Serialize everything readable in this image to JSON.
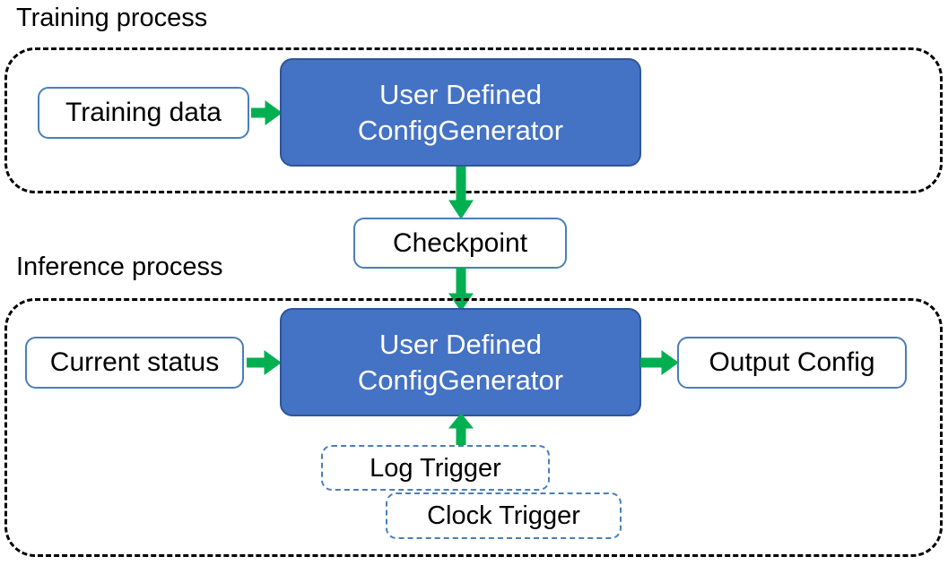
{
  "diagram": {
    "title_training": "Training process",
    "title_inference": "Inference process",
    "colors": {
      "process_blue_fill": "#4472C4",
      "process_blue_stroke": "#2F5597",
      "node_outline_blue": "#4A7EBB",
      "arrow_green": "#00B050",
      "container_dash_black": "#000000",
      "background": "#FFFFFF"
    },
    "training": {
      "label": "Training process",
      "input_node": "Training data",
      "process_node_line1": "User Defined",
      "process_node_line2": "ConfigGenerator"
    },
    "bridge": {
      "checkpoint_node": "Checkpoint"
    },
    "inference": {
      "label": "Inference process",
      "input_node": "Current status",
      "process_node_line1": "User Defined",
      "process_node_line2": "ConfigGenerator",
      "output_node": "Output Config",
      "triggers": [
        "Log Trigger",
        "Clock Trigger"
      ]
    },
    "arrows": [
      {
        "name": "training-data-to-generator",
        "direction": "right"
      },
      {
        "name": "generator-to-checkpoint",
        "direction": "down"
      },
      {
        "name": "checkpoint-to-inference-generator",
        "direction": "down"
      },
      {
        "name": "current-status-to-generator",
        "direction": "right"
      },
      {
        "name": "generator-to-output-config",
        "direction": "right"
      },
      {
        "name": "triggers-to-generator",
        "direction": "up"
      }
    ]
  }
}
